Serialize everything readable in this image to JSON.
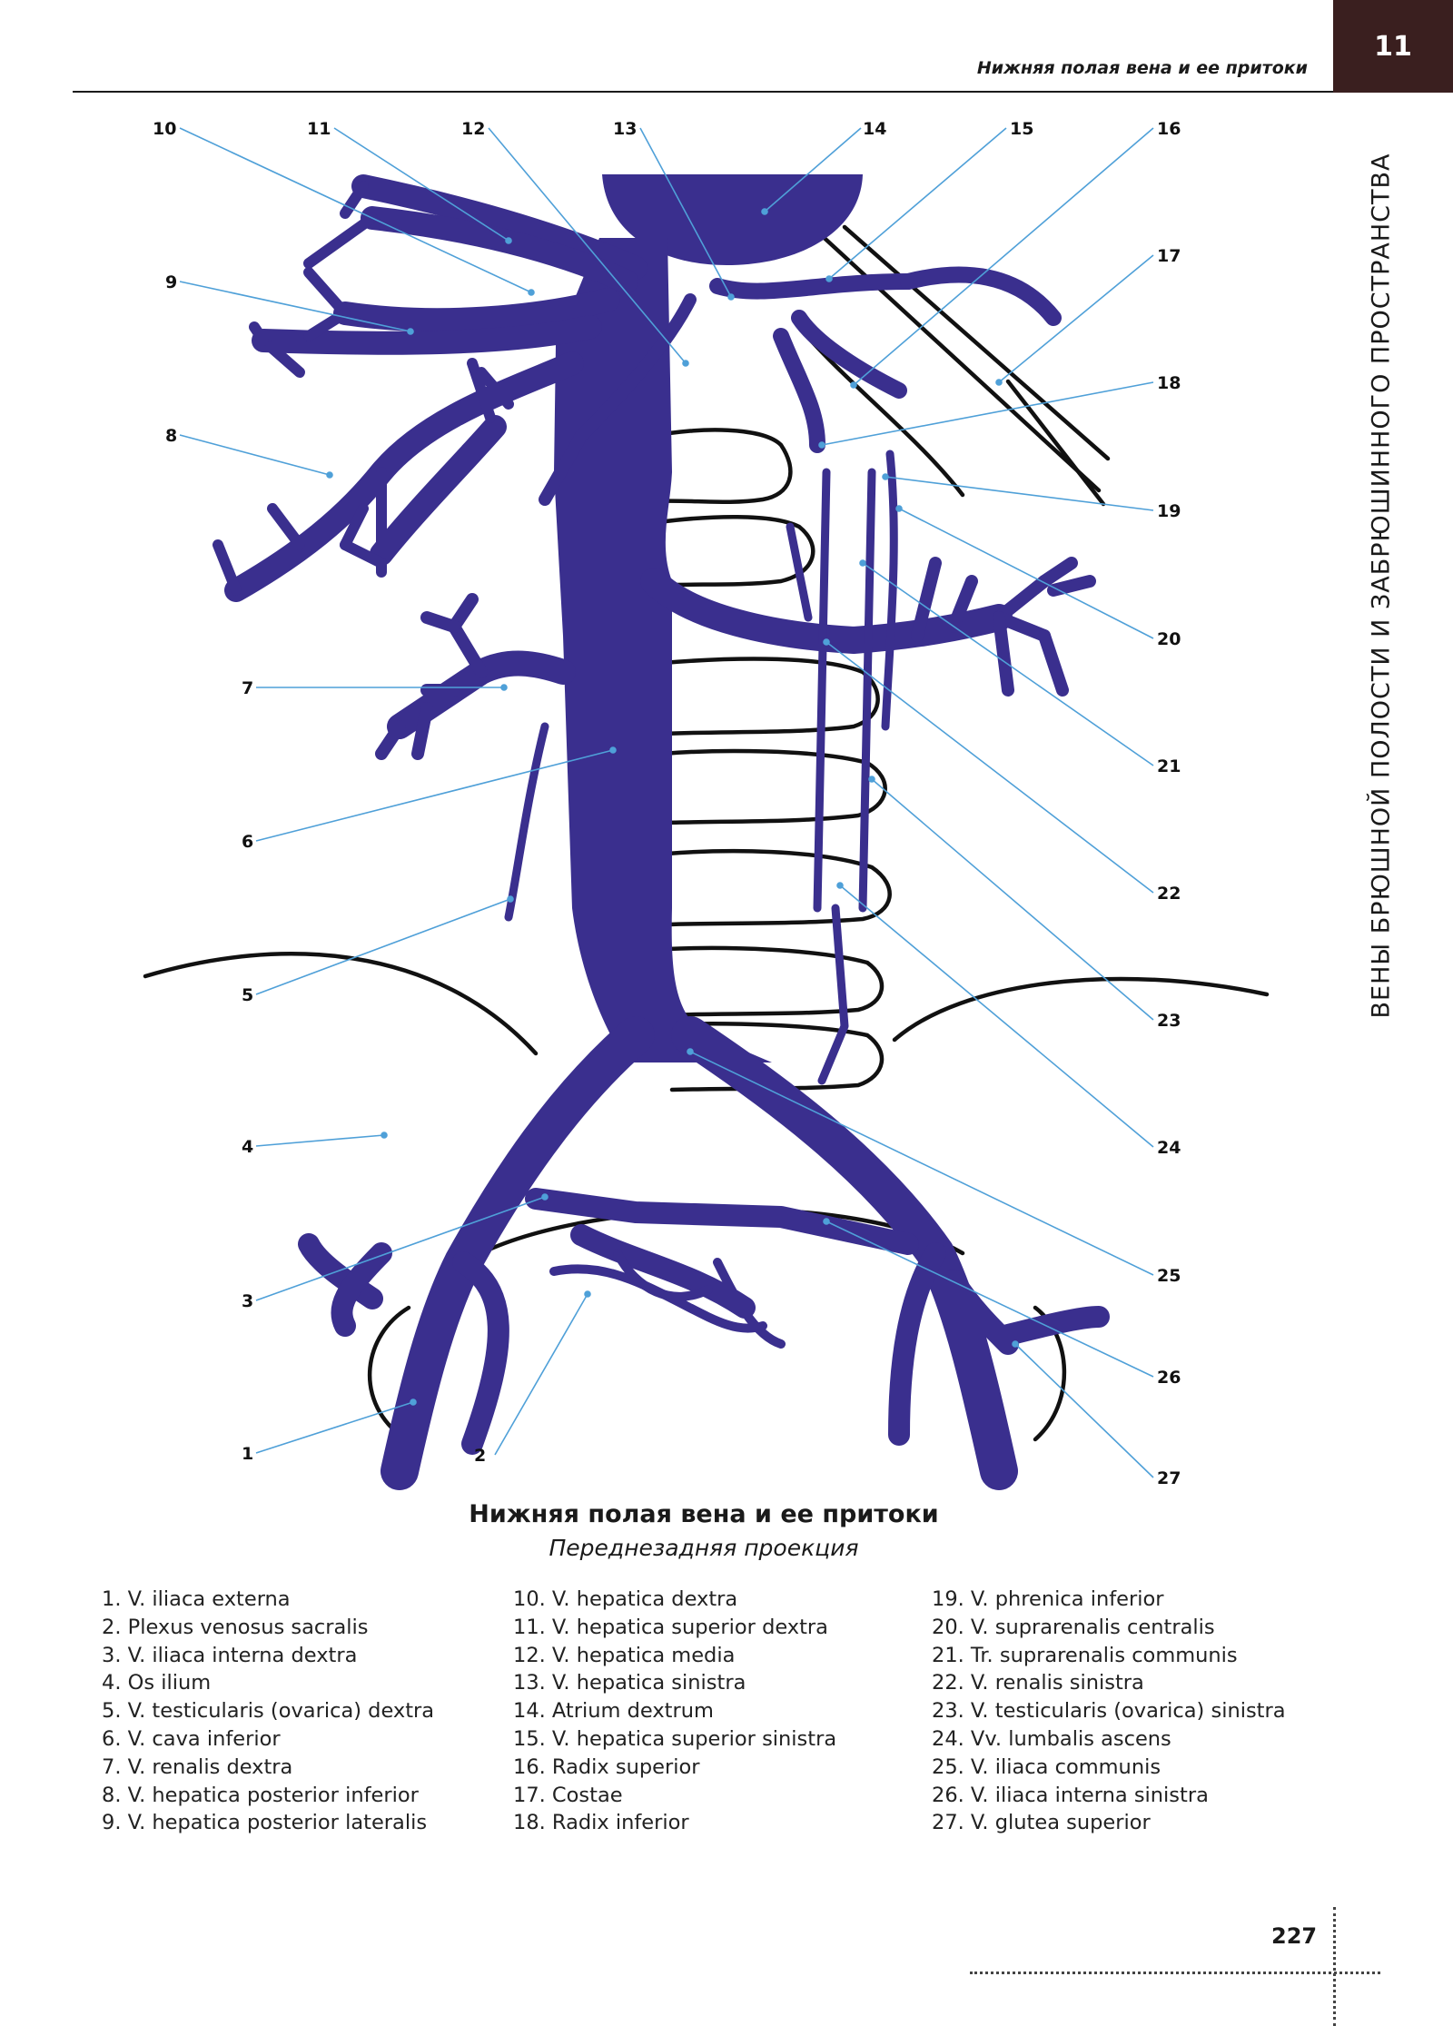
{
  "header": {
    "running_title": "Нижняя полая вена и ее притоки",
    "chapter": "11",
    "side_title": "ВЕНЫ БРЮШНОЙ ПОЛОСТИ И ЗАБРЮШИННОГО ПРОСТРАНСТВА"
  },
  "colors": {
    "vein": "#3a2f8e",
    "leader": "#4fa0d8",
    "bone": "#111111"
  },
  "diagram": {
    "callouts": {
      "c1": "1",
      "c2": "2",
      "c3": "3",
      "c4": "4",
      "c5": "5",
      "c6": "6",
      "c7": "7",
      "c8": "8",
      "c9": "9",
      "c10": "10",
      "c11": "11",
      "c12": "12",
      "c13": "13",
      "c14": "14",
      "c15": "15",
      "c16": "16",
      "c17": "17",
      "c18": "18",
      "c19": "19",
      "c20": "20",
      "c21": "21",
      "c22": "22",
      "c23": "23",
      "c24": "24",
      "c25": "25",
      "c26": "26",
      "c27": "27"
    }
  },
  "caption": {
    "title": "Нижняя полая вена и ее притоки",
    "subtitle": "Переднезадняя проекция"
  },
  "legend": {
    "col1": [
      "1. V. iliaca externa",
      "2. Plexus venosus sacralis",
      "3. V. iliaca interna dextra",
      "4. Os ilium",
      "5. V. testicularis (ovarica) dextra",
      "6. V. cava inferior",
      "7. V. renalis dextra",
      "8. V. hepatica posterior inferior",
      "9. V. hepatica posterior lateralis"
    ],
    "col2": [
      "10. V. hepatica dextra",
      "11. V. hepatica superior dextra",
      "12. V. hepatica media",
      "13. V. hepatica sinistra",
      "14. Atrium dextrum",
      "15. V. hepatica superior sinistra",
      "16. Radix superior",
      "17. Costae",
      "18. Radix inferior"
    ],
    "col3": [
      "19. V. phrenica inferior",
      "20. V. suprarenalis centralis",
      "21. Tr. suprarenalis communis",
      "22. V. renalis sinistra",
      "23. V. testicularis (ovarica) sinistra",
      "24.  Vv. lumbalis ascens",
      "25. V. iliaca communis",
      "26. V. iliaca interna sinistra",
      "27. V. glutea superior"
    ]
  },
  "page_number": "227"
}
